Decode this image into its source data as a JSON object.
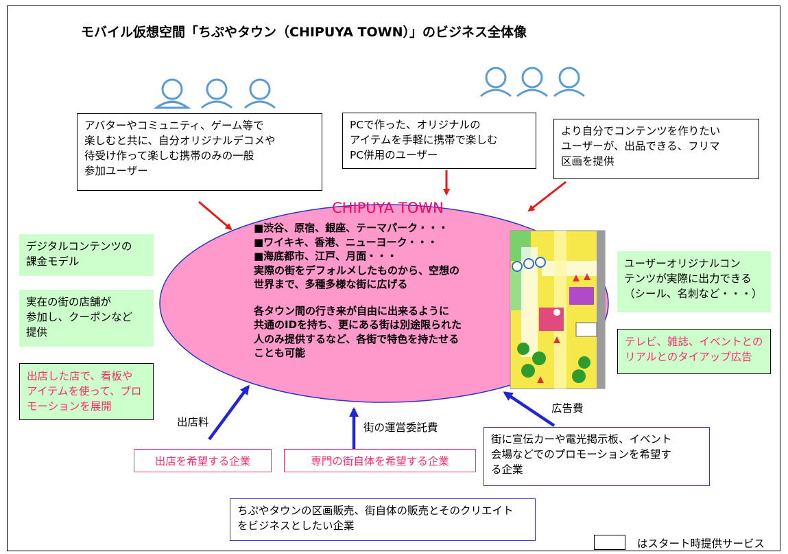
{
  "title": "モバイル仮想空間「ちぷやタウン（CHIPUYA TOWN）」のビジネス全体像",
  "town": {
    "name": "CHIPUYA TOWN",
    "lines": [
      "■渋谷、原宿、銀座、テーマパーク・・・",
      "■ワイキキ、香港、ニューヨーク・・・",
      "■海底都市、江戸、月面・・・",
      "実際の街をデフォルメしたものから、空想の",
      "世界まで、多種多様な街に広げる"
    ],
    "lines2": [
      "各タウン間の行き来が自由に出来るように",
      "共通のIDを持ち、更にある街は別途限られた",
      "人のみ提供するなど、各街で特色を持たせる",
      "ことも可能"
    ]
  },
  "users": {
    "general": "アバターやコミュニティ、ゲーム等で\n楽しむと共に、自分オリジナルデコメや\n待受け作って楽しむ携帯のみの一般\n参加ユーザー",
    "pc": "PCで作った、オリジナルの\nアイテムを手軽に携帯で楽しむ\nPC併用のユーザー",
    "flea": "より自分でコンテンツを作りたい\nユーザーが、出品できる、フリマ\n区画を提供"
  },
  "left_green": {
    "digital": "デジタルコンテンツの\n課金モデル",
    "shops": "実在の街の店舗が\n参加し、クーポンなど\n提供",
    "promo": "出店した店で、看板や\nアイテムを使って、プロ\nモーションを展開"
  },
  "right_green": {
    "output": "ユーザーオリジナルコン\nテンツが実際に出力できる\n（シール、名刺など・・・）",
    "tieup": "テレビ、雑誌、イベントとの\nリアルとのタイアップ広告"
  },
  "flows": {
    "store_fee": "出店料",
    "operation_fee": "街の運営委託費",
    "ad_fee": "広告費"
  },
  "companies": {
    "store": "出店を希望する企業",
    "town": "専門の街自体を希望する企業",
    "ad": "街に宣伝カーや電光掲示板、イベント\n会場などでのプロモーションを希望す\nる企業",
    "sales": "ちぷやタウンの区画販売、街自体の販売とそのクリエイト\nをビジネスとしたい企業"
  },
  "legend": "はスタート時提供サービス",
  "colors": {
    "ellipse_fill": "#ff99cc",
    "ellipse_stroke": "#2c35c8",
    "user_icon": "#5b9bd5",
    "red_arrow": "#e51b1b",
    "blue_arrow": "#2225d6",
    "green_box": "#ccffcc",
    "pink_text": "#ff2c6e"
  }
}
